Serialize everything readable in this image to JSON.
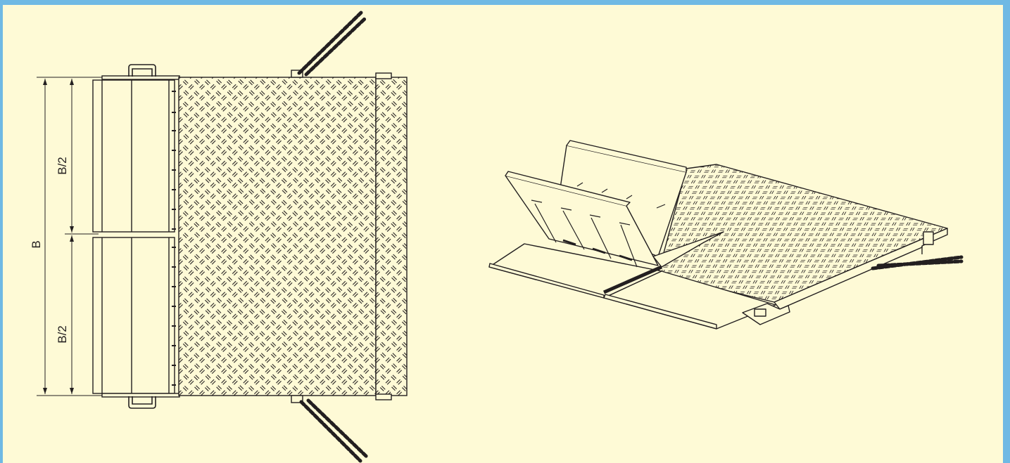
{
  "labels": {
    "full_width": "B",
    "half_width_upper": "B/2",
    "half_width_lower": "B/2"
  },
  "colors": {
    "border": "#6fb9e4",
    "background": "#fefad6",
    "line": "#231f20"
  }
}
